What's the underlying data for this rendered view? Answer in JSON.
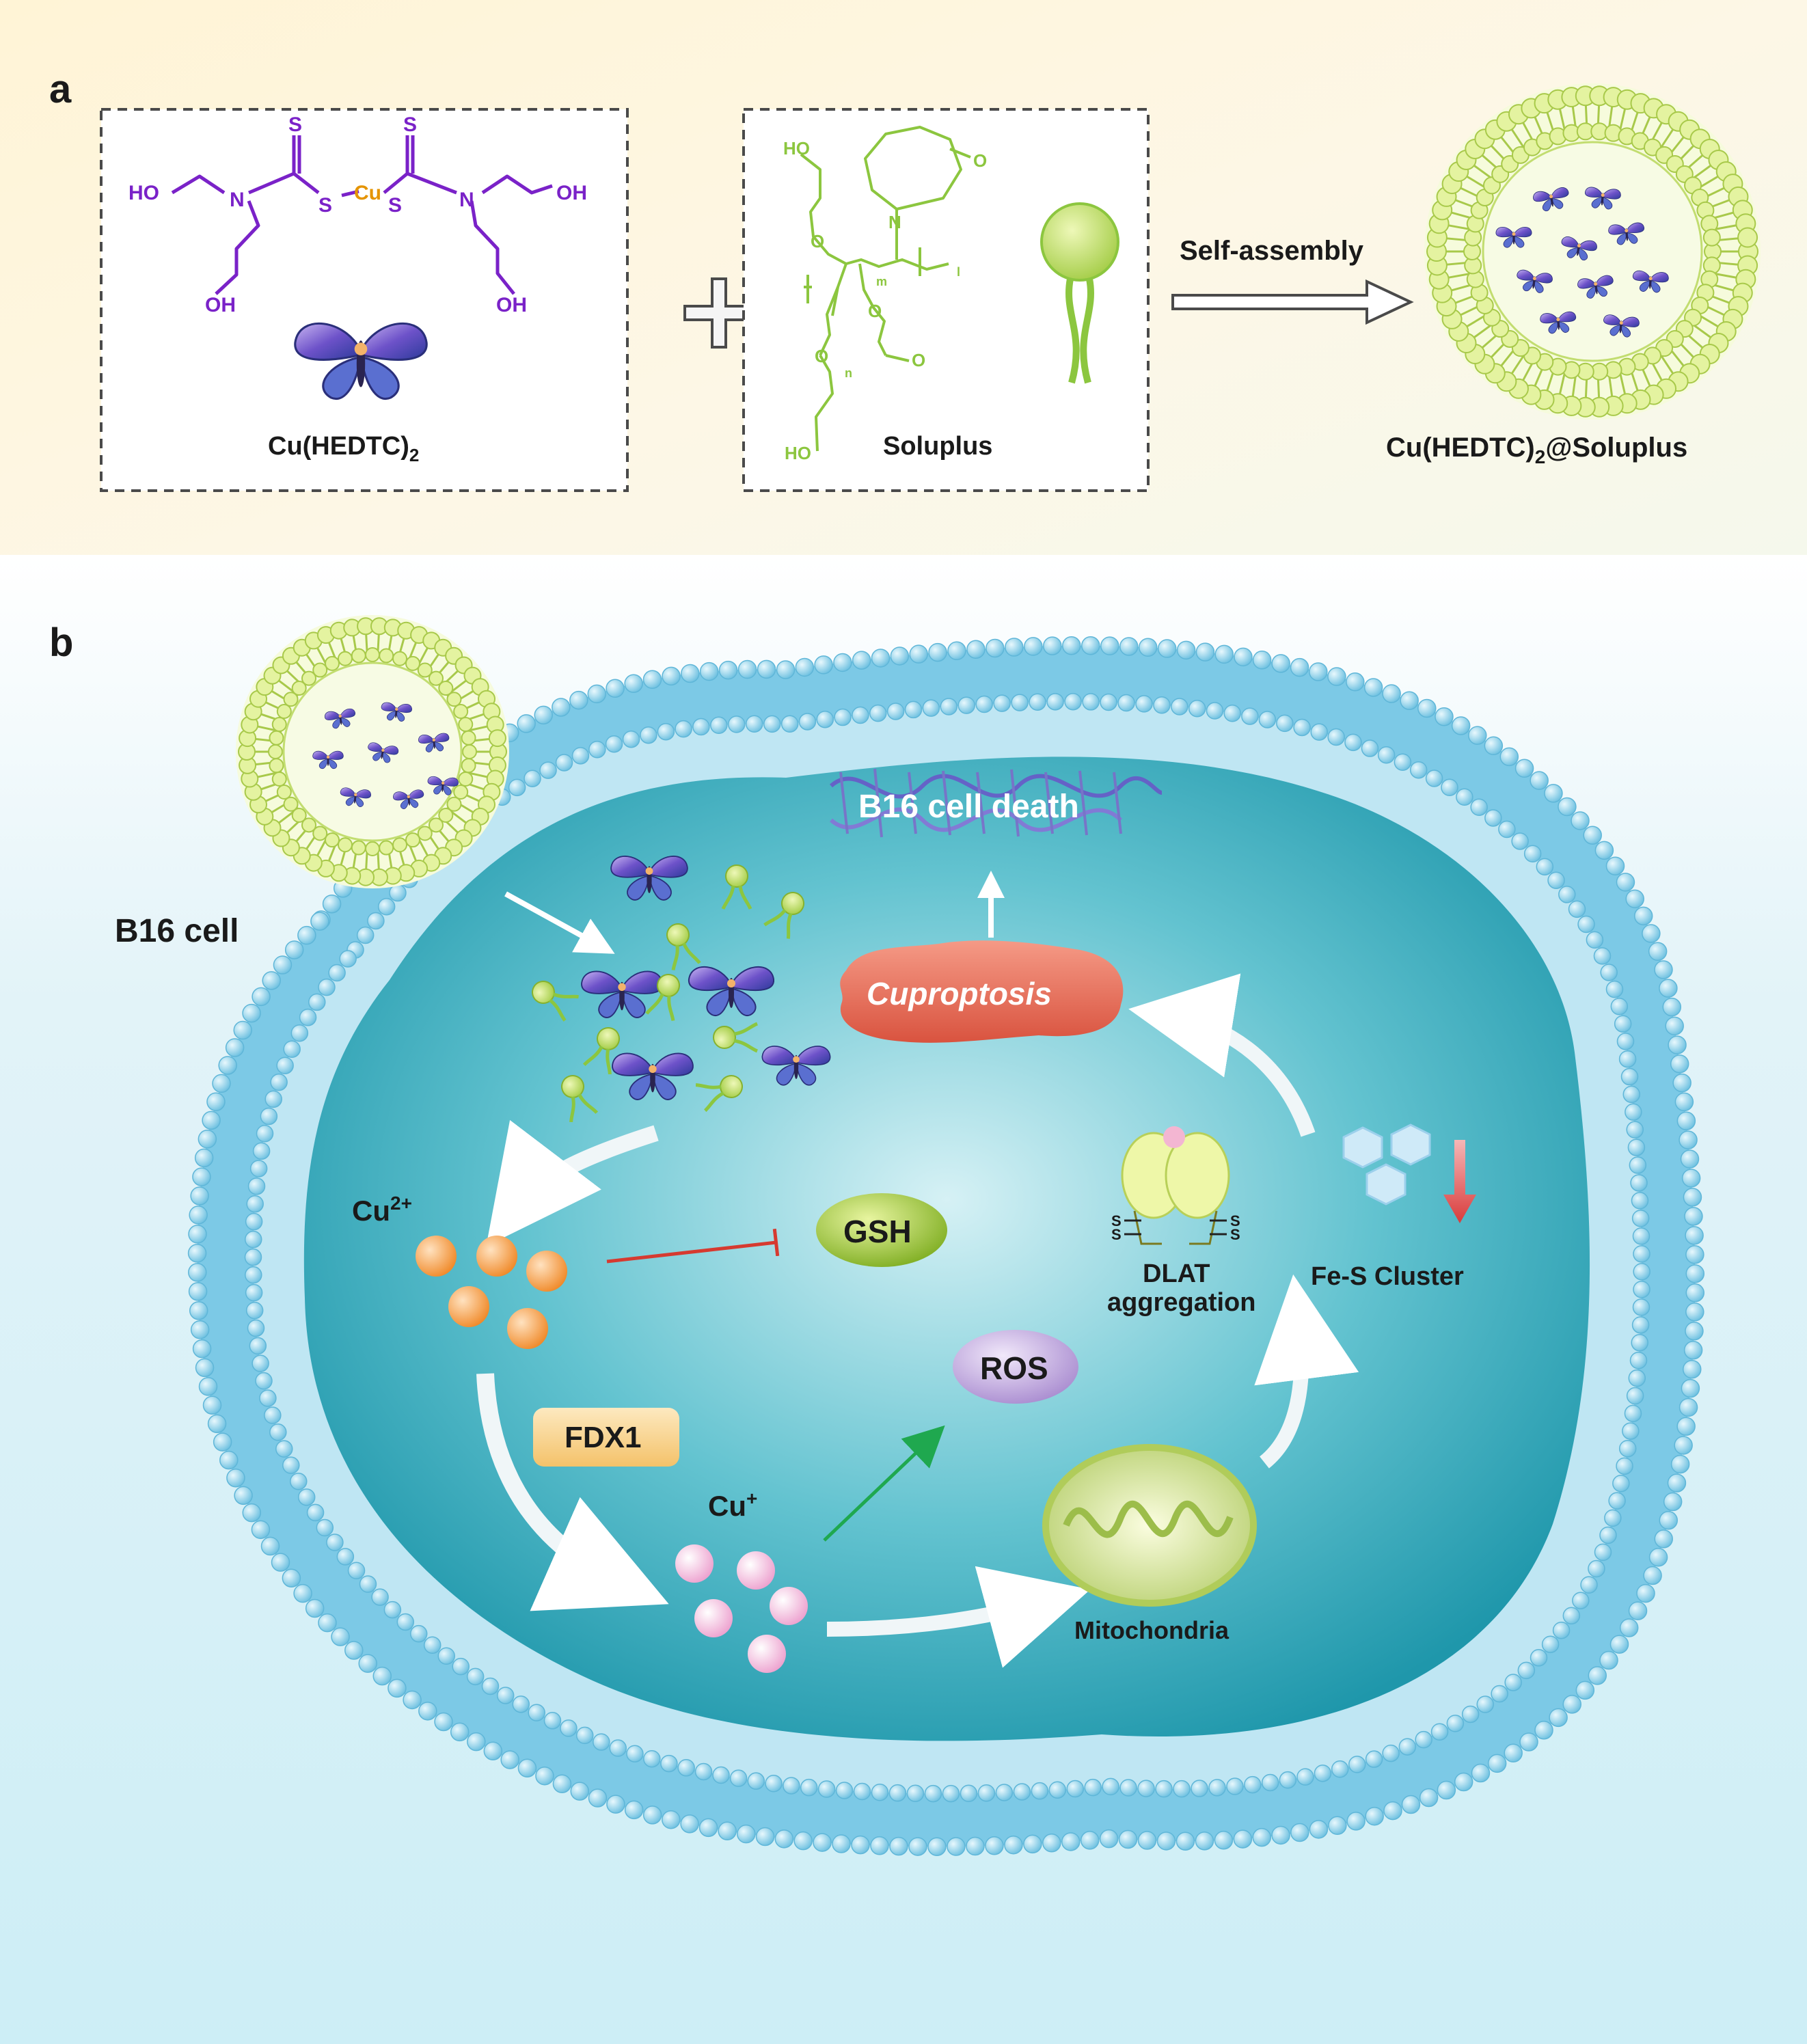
{
  "panel_a": {
    "label": "a",
    "complex": {
      "caption": "Cu(HEDTC)",
      "caption_sub": "2",
      "atoms": {
        "ho_left": "HO",
        "n_left": "N",
        "s_top_left": "S",
        "s_left": "S",
        "cu": "Cu",
        "s_right": "S",
        "s_top_right": "S",
        "n_right": "N",
        "oh_right": "OH",
        "oh_bottom_left": "OH",
        "oh_bottom_right": "OH"
      }
    },
    "plus_sign": "+",
    "polymer": {
      "caption": "Soluplus",
      "atoms": {
        "ho_top": "HO",
        "ho_bottom": "HO",
        "n": "N",
        "o_ring": "O",
        "o_ester": "O",
        "o_carbonyl": "O",
        "o_chain1": "O",
        "o_chain2": "O",
        "sub_m": "m",
        "sub_n": "n",
        "sub_l": "l"
      }
    },
    "arrow_label": "Self-assembly",
    "product": {
      "caption_prefix": "Cu(HEDTC)",
      "caption_sub": "2",
      "caption_suffix": "@Soluplus"
    }
  },
  "panel_b": {
    "label": "b",
    "cell_label": "B16 cell",
    "death_label": "B16 cell death",
    "cuproptosis_label": "Cuproptosis",
    "cu2_label": "Cu",
    "cu2_sup": "2+",
    "cu1_label": "Cu",
    "cu1_sup": "+",
    "gsh_label": "GSH",
    "ros_label": "ROS",
    "fdx1_label": "FDX1",
    "mito_label": "Mitochondria",
    "dlat_label_1": "DLAT",
    "dlat_label_2": "aggregation",
    "dlat_s": "S",
    "fes_label": "Fe-S Cluster"
  },
  "colors": {
    "purple": "#7a22c8",
    "copper": "#e59400",
    "lime": "#8cc63f",
    "membrane": "#7cc9e6",
    "cytoplasm": "#2ba5b8",
    "cuproptosis": "#e8705f",
    "gsh": "#9ac23a",
    "ros": "#c4afdc",
    "fdx1": "#f7d08a",
    "inhibit": "#d63a30",
    "promote": "#1fa84f"
  }
}
